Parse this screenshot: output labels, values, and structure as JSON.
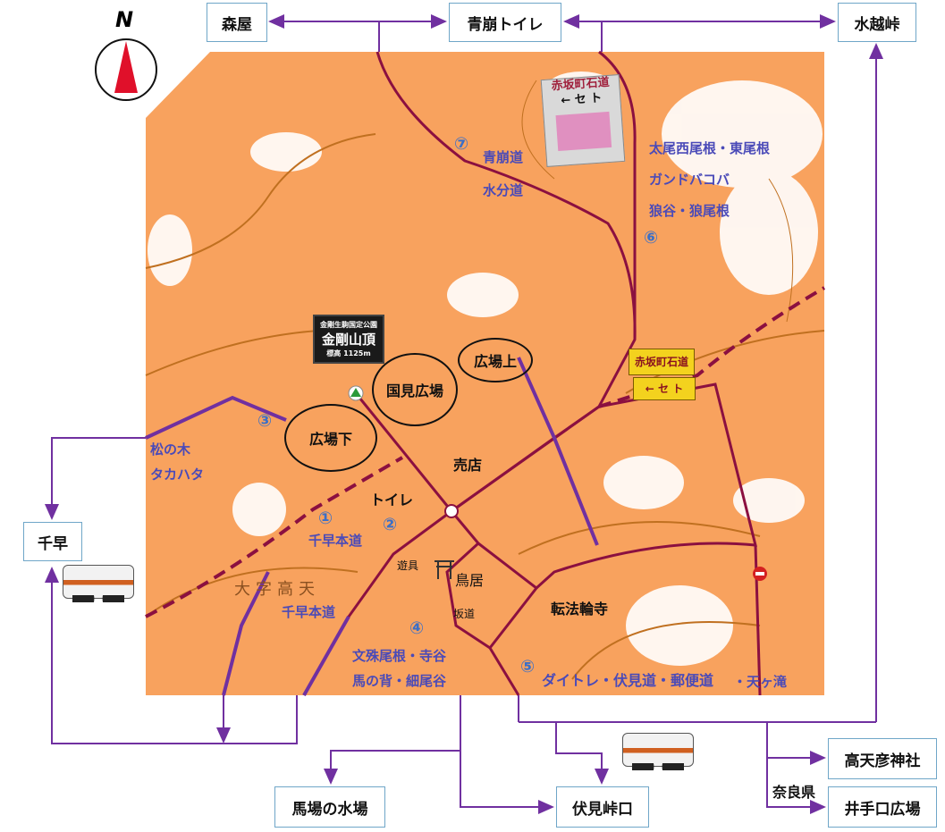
{
  "compass": {
    "label": "N"
  },
  "destinations": {
    "moriya": "森屋",
    "aokuzure_toilet": "青崩トイレ",
    "mizukoshi": "水越峠",
    "chihaya": "千早",
    "baba_mizuba": "馬場の水場",
    "fushimi_toge": "伏見峠口",
    "takamahiko": "高天彦神社",
    "idegichi": "井手口広場",
    "nara": "奈良県"
  },
  "summit_sign": {
    "top": "金剛生駒国定公園",
    "main": "金剛山頂",
    "sub": "標高 1125m"
  },
  "areas": {
    "kunimi": "国見広場",
    "hiroba_ue": "広場上",
    "hiroba_shita": "広場下"
  },
  "places": {
    "baiten": "売店",
    "toilet": "トイレ",
    "torii": "鳥居",
    "yugu": "遊具",
    "sakamichi": "坂道",
    "tenporinji": "転法輪寺",
    "oaza": "大字高天"
  },
  "routes": [
    {
      "num": "①",
      "name": "千早本道"
    },
    {
      "num": "②",
      "name": ""
    },
    {
      "num": "③",
      "name": "松の木",
      "name2": "タカハタ"
    },
    {
      "num": "④",
      "name": "文殊尾根・寺谷",
      "name2": "馬の背・細尾谷"
    },
    {
      "num": "⑤",
      "name": "ダイトレ・伏見道・郵便道",
      "name2": "・天ヶ滝"
    },
    {
      "num": "⑥",
      "name": "太尾西尾根・東尾根",
      "name2": "ガンドバコバ",
      "name3": "狼谷・狼尾根"
    },
    {
      "num": "⑦",
      "name": "青崩道",
      "name2": "水分道"
    }
  ],
  "extra_labels": {
    "chihaya_hondo2": "千早本道"
  },
  "signs": {
    "akasaka1": "赤坂町石道",
    "set1": "← セ ト",
    "akasaka2": "赤坂町石道",
    "set2": "← セ ト"
  },
  "colors": {
    "map": "#f8a25e",
    "route": "#7030a0",
    "trail": "#8b1040",
    "contour": "#c07020"
  }
}
